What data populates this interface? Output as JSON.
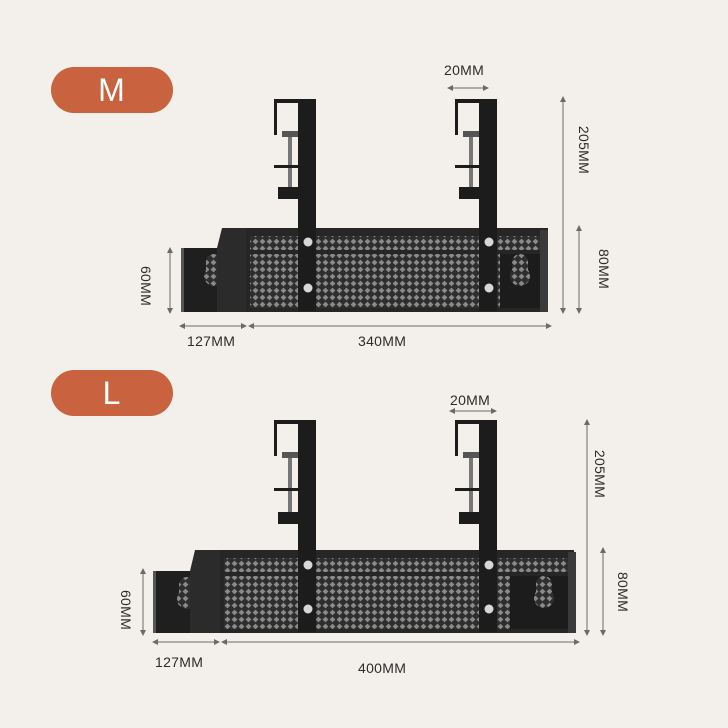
{
  "sizes": [
    {
      "label": "M",
      "dims": {
        "clamp_width": "20MM",
        "height": "205MM",
        "basket_height": "80MM",
        "side_height": "60MM",
        "side_width": "127MM",
        "length": "340MM"
      }
    },
    {
      "label": "L",
      "dims": {
        "clamp_width": "20MM",
        "height": "205MM",
        "basket_height": "80MM",
        "side_height": "60MM",
        "side_width": "127MM",
        "length": "400MM"
      }
    }
  ],
  "colors": {
    "badge": "#c9623f",
    "background": "#f3f0ec",
    "metal": "#2a2a2a"
  }
}
